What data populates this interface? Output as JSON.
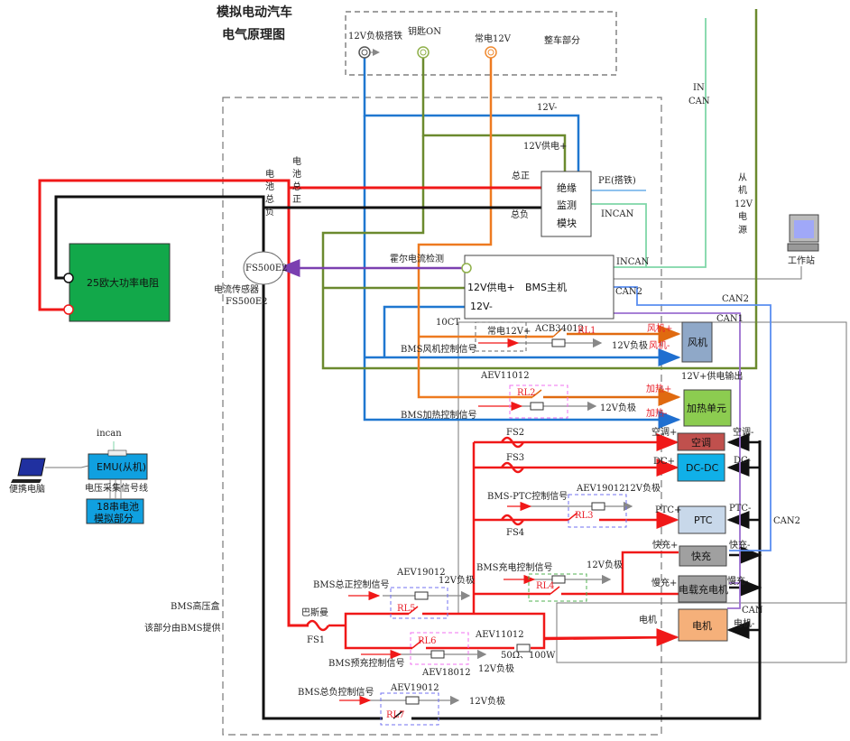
{
  "title": {
    "line1": "模拟电动汽车",
    "line2": "电气原理图"
  },
  "vehicle_section": {
    "label": "整车部分",
    "terminals": [
      {
        "label": "12V负极搭铁",
        "color": "#555555"
      },
      {
        "label": "钥匙ON",
        "color": "#8fb04a"
      },
      {
        "label": "常电12V",
        "color": "#f08a30"
      }
    ]
  },
  "bms_box": {
    "label1": "BMS高压盒",
    "label2": "该部分由BMS提供"
  },
  "components": {
    "resistor": "25欧大功率电阻",
    "insulation": [
      "绝缘",
      "监测",
      "模块"
    ],
    "bms_host": "BMS主机",
    "bms_12v_plus": "12V供电+",
    "bms_12v_minus": "12V-",
    "sensor": "FS500E2",
    "sensor_label1": "电流传感器",
    "sensor_label2": "FS500E2",
    "fan": "风机",
    "heater": "加热单元",
    "ac": "空调",
    "dcdc": "DC-DC",
    "ptc": "PTC",
    "fast_charge": "快充",
    "charger": "电载充电机",
    "motor": "电机",
    "emu": "EMU(从机)",
    "battery_sim": [
      "18串电池",
      "模拟部分"
    ],
    "laptop": "便携电脑",
    "workstation": "工作站"
  },
  "labels": {
    "v12_minus": "12V-",
    "v12_supply_plus": "12V供电+",
    "total_pos": "总正",
    "total_neg": "总负",
    "pe": "PE(搭铁)",
    "incan": "INCAN",
    "incan2": "INCAN",
    "in_can": [
      "IN",
      "CAN"
    ],
    "slave_12v": [
      "从",
      "机",
      "12V",
      "电",
      "源"
    ],
    "batt_neg": [
      "电",
      "池",
      "总",
      "负"
    ],
    "batt_pos": [
      "电",
      "池",
      "总",
      "正"
    ],
    "hall": "霍尔电流检测",
    "can2_a": "CAN2",
    "can2_b": "CAN2",
    "can1": "CAN1",
    "can2_right": "CAN2",
    "can_motor": "CAN",
    "ten_ct": "10CT",
    "const_12v": "常电12V+",
    "acb": "ACB34012",
    "rl1": "RL1",
    "fan_signal": "BMS风机控制信号",
    "neg_12v_1": "12V负极",
    "fan_plus": "风机+",
    "fan_minus": "风机-",
    "supply_out": "12V+供电输出",
    "aev11012_a": "AEV11012",
    "rl2": "RL2",
    "heat_signal": "BMS加热控制信号",
    "neg_12v_2": "12V负极",
    "heat_plus": "加热+",
    "heat_minus": "加热-",
    "fs2": "FS2",
    "fs3": "FS3",
    "fs4": "FS4",
    "ac_plus": "空调+",
    "ac_minus": "空调-",
    "dc_plus": "DC+",
    "dc_minus": "DC-",
    "ptc_signal": "BMS-PTC控制信号",
    "aev19012_a": "AEV19012",
    "neg_12v_3": "12V负极",
    "rl3": "RL3",
    "ptc_plus": "PTC+",
    "ptc_minus": "PTC-",
    "fc_plus": "快充+",
    "fc_minus": "快充-",
    "charge_signal": "BMS充电控制信号",
    "neg_12v_4": "12V负极",
    "rl4": "RL4",
    "sc_plus": "慢充+",
    "sc_minus": "慢充-",
    "pos_signal": "BMS总正控制信号",
    "aev19012_b": "AEV19012",
    "neg_12v_5": "12V负极",
    "rl5": "RL5",
    "shunt": "巴斯曼",
    "fs1": "FS1",
    "rl6": "RL6",
    "aev11012_b": "AEV11012",
    "pre_signal": "BMS预充控制信号",
    "aev18012": "AEV18012",
    "neg_12v_6": "12V负极",
    "pre_res": "50Ω、100W",
    "motor_plus": "电机",
    "motor_minus": "电机-",
    "neg_signal": "BMS总负控制信号",
    "aev19012_c": "AEV19012",
    "neg_12v_7": "12V负极",
    "rl7": "RL7",
    "incan_small": "incan",
    "volt_line": "电压采集信号线"
  },
  "colors": {
    "hv_pos": "#f01818",
    "hv_neg": "#111111",
    "v12_neg": "#1f77d0",
    "key_on": "#6b8a2e",
    "const_12v": "#ee7a20",
    "hall": "#7b3fb0",
    "incan": "#7fd6a8",
    "can2": "#5a8ef0"
  }
}
